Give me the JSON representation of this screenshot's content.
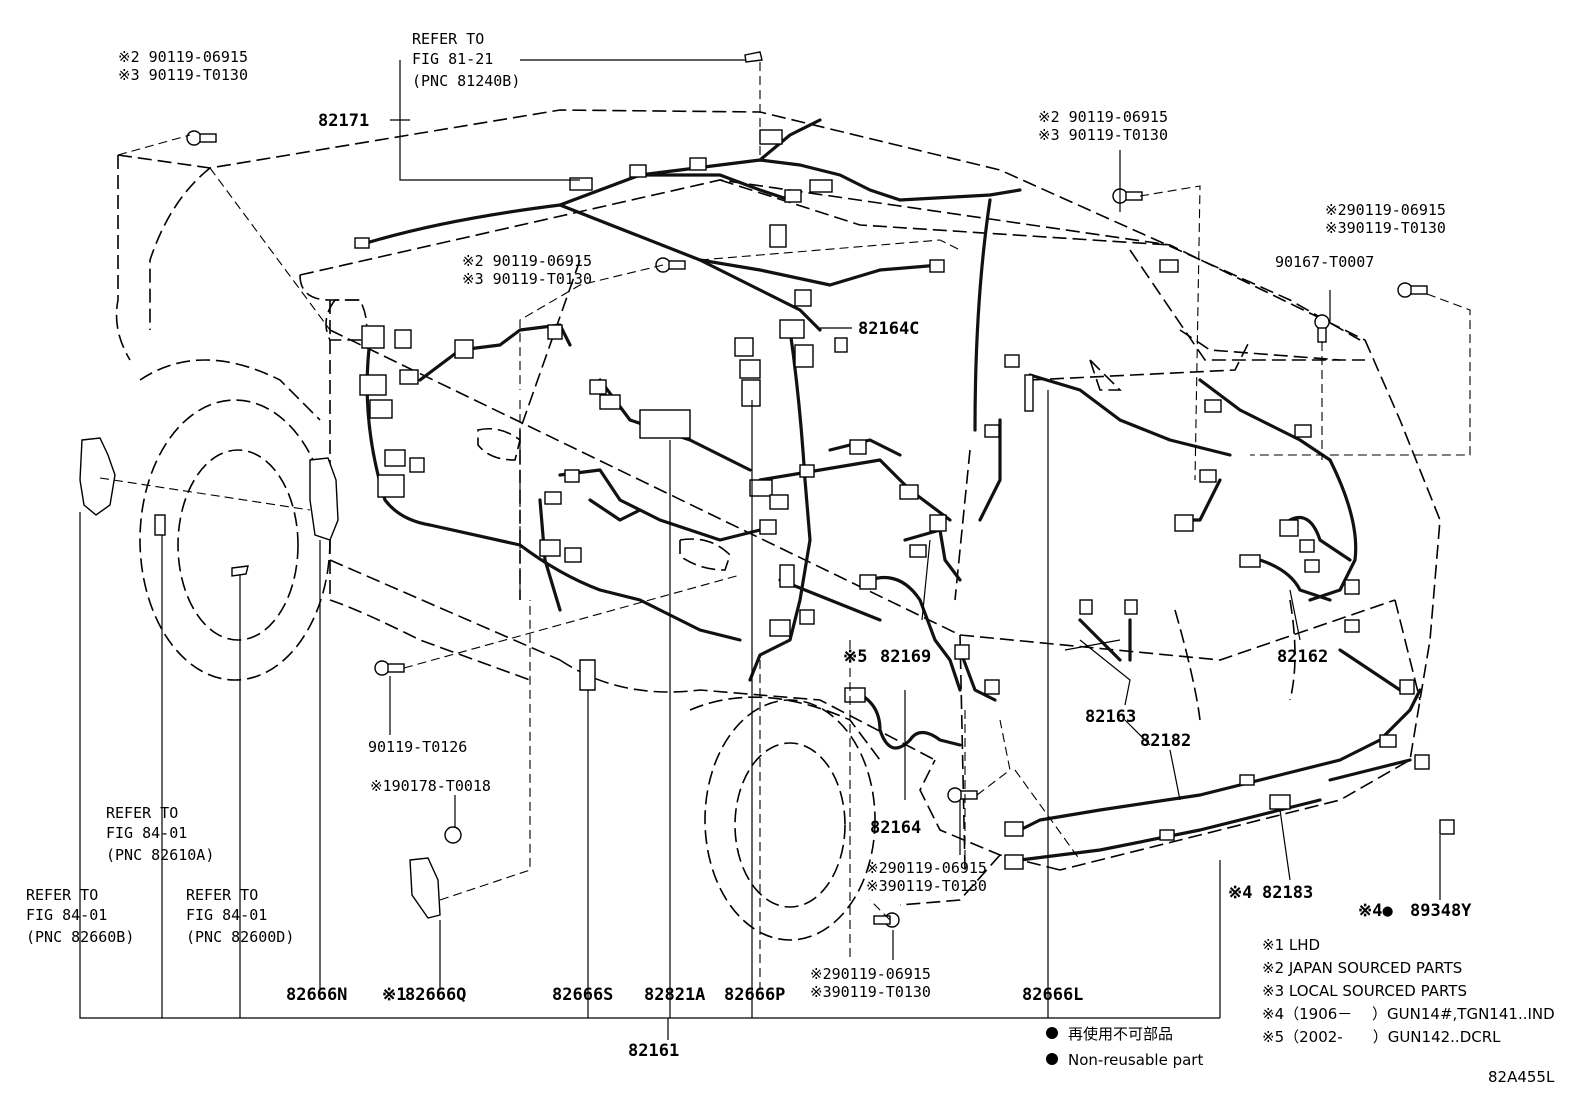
{
  "diagram": {
    "code": "82A455L",
    "labels": {
      "p82171": "82171",
      "p82164C": "82164C",
      "p82169": "82169",
      "p82169_mark": "※5",
      "p82164": "82164",
      "p82163": "82163",
      "p82182": "82182",
      "p82162": "82162",
      "p82183": "82183",
      "p82183_mark": "※4",
      "p89348Y": "89348Y",
      "p89348Y_mark": "※4●",
      "p82666N": "82666N",
      "p82666Q": "82666Q",
      "p82666Q_mark": "※1",
      "p82666S": "82666S",
      "p82821A": "82821A",
      "p82666P": "82666P",
      "p82666L": "82666L",
      "p82161": "82161",
      "p90119T0126": "90119-T0126",
      "p90178T0018": "※190178-T0018",
      "p90167T0007": "90167-T0007"
    },
    "bolt_pairs": {
      "topleft": {
        "a": "※2 90119-06915",
        "b": "※3 90119-T0130"
      },
      "center": {
        "a": "※2 90119-06915",
        "b": "※3 90119-T0130"
      },
      "upperright": {
        "a": "※2 90119-06915",
        "b": "※3 90119-T0130"
      },
      "right": {
        "a": "※290119-06915",
        "b": "※390119-T0130"
      },
      "lowercenter": {
        "a": "※290119-06915",
        "b": "※390119-T0130"
      },
      "bottom": {
        "a": "※290119-06915",
        "b": "※390119-T0130"
      }
    },
    "refs": {
      "fig8121": {
        "l1": "REFER TO",
        "l2": "FIG 81-21",
        "l3": "(PNC 81240B)"
      },
      "fig8401a": {
        "l1": "REFER TO",
        "l2": "FIG 84-01",
        "l3": "(PNC 82610A)"
      },
      "fig8401b": {
        "l1": "REFER TO",
        "l2": "FIG 84-01",
        "l3": "(PNC 82660B)"
      },
      "fig8401c": {
        "l1": "REFER TO",
        "l2": "FIG 84-01",
        "l3": "(PNC 82600D)"
      }
    },
    "legend": {
      "n1": "※1 LHD",
      "n2": "※2 JAPAN SOURCED PARTS",
      "n3": "※3 LOCAL SOURCED PARTS",
      "n4": "※4（1906－　 ）GUN14#,TGN141..IND",
      "n5": "※5（2002-　　）GUN142..DCRL",
      "nonreuse_jp": "再使用不可部品",
      "nonreuse_en": "Non-reusable part"
    }
  }
}
